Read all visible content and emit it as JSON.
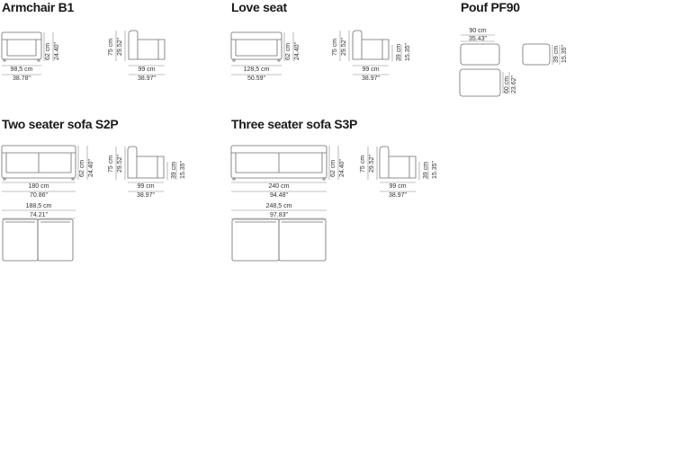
{
  "products": [
    {
      "title": "Armchair B1",
      "front": {
        "w_cm": "98,5 cm",
        "w_in": "38.78\"",
        "h_cm": "62 cm",
        "h_in": "24.40\""
      },
      "side": {
        "d_cm": "99 cm",
        "d_in": "38.97\"",
        "h_cm": "75 cm",
        "h_in": "29.52\""
      }
    },
    {
      "title": "Love seat",
      "front": {
        "w_cm": "128,5 cm",
        "w_in": "50.59\"",
        "h_cm": "62 cm",
        "h_in": "24.40\""
      },
      "side": {
        "d_cm": "99 cm",
        "d_in": "38.97\"",
        "h_cm": "75 cm",
        "h_in": "29.52\"",
        "seat_cm": "39 cm",
        "seat_in": "15.35\""
      }
    },
    {
      "title": "Pouf PF90",
      "top": {
        "w_cm": "90 cm",
        "w_in": "35.43\""
      },
      "side": {
        "h_cm": "39 cm",
        "h_in": "15.35\""
      },
      "depth": {
        "d_cm": "60 cm",
        "d_in": "23.62\""
      }
    },
    {
      "title": "Two seater sofa S2P",
      "front": {
        "w_cm": "180 cm",
        "w_in": "70.86\"",
        "h_cm": "62 cm",
        "h_in": "24.40\""
      },
      "side": {
        "d_cm": "99 cm",
        "d_in": "38.97\"",
        "h_cm": "75 cm",
        "h_in": "29.52\"",
        "seat_cm": "39 cm",
        "seat_in": "15.35\""
      },
      "plan": {
        "w_cm": "188,5 cm",
        "w_in": "74.21\""
      }
    },
    {
      "title": "Three seater sofa S3P",
      "front": {
        "w_cm": "240 cm",
        "w_in": "94.48\"",
        "h_cm": "62 cm",
        "h_in": "24.40\""
      },
      "side": {
        "d_cm": "99 cm",
        "d_in": "38.97\"",
        "h_cm": "75 cm",
        "h_in": "29.52\"",
        "seat_cm": "39 cm",
        "seat_in": "15.35\""
      },
      "plan": {
        "w_cm": "248,5 cm",
        "w_in": "97.83\""
      }
    }
  ]
}
